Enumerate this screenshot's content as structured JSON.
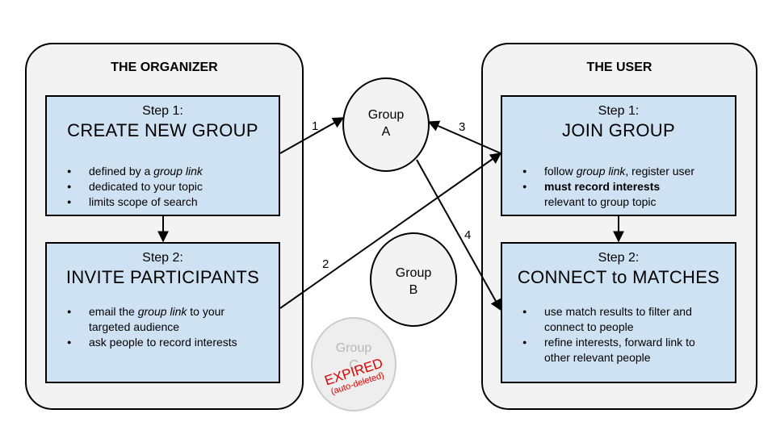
{
  "organizer": {
    "title": "THE ORGANIZER",
    "step1": {
      "num": "Step 1:",
      "title": "CREATE NEW GROUP",
      "b1_pre": "defined by a ",
      "b1_em": "group link",
      "b2": "dedicated to your topic",
      "b3": "limits scope of search"
    },
    "step2": {
      "num": "Step 2:",
      "title": "INVITE PARTICIPANTS",
      "b1_pre": "email the ",
      "b1_em": "group link",
      "b1_post": " to your",
      "b1_cont": "targeted audience",
      "b2": "ask people to record interests"
    }
  },
  "user": {
    "title": "THE USER",
    "step1": {
      "num": "Step 1:",
      "title": "JOIN GROUP",
      "b1_pre": "follow ",
      "b1_em": "group link",
      "b1_post": ", register user",
      "b2": "must record interests",
      "b2_cont": "relevant to group topic"
    },
    "step2": {
      "num": "Step 2:",
      "title": "CONNECT to MATCHES",
      "b1": "use match results to filter and",
      "b1_cont": "connect to people",
      "b2": "refine interests, forward link to",
      "b2_cont": "other relevant people"
    }
  },
  "groups": {
    "a_line1": "Group",
    "a_line2": "A",
    "b_line1": "Group",
    "b_line2": "B",
    "c_line1": "Group",
    "c_line2": "C",
    "expired": "EXPIRED",
    "auto_deleted": "(auto-deleted)"
  },
  "arrow_labels": {
    "one": "1",
    "two": "2",
    "three": "3",
    "four": "4"
  },
  "colors": {
    "panel": "#f3f3f3",
    "step": "#cfe2f3",
    "expired_text": "#e00000"
  }
}
